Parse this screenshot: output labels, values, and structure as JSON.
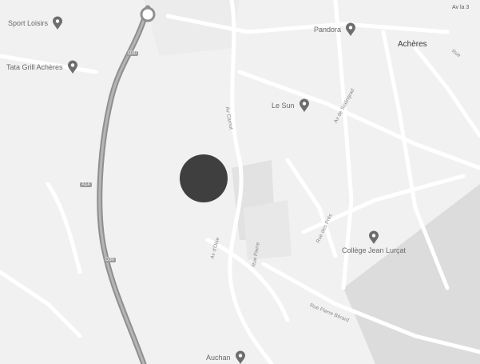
{
  "map": {
    "colors": {
      "background": "#f1f1f1",
      "road": "#ffffff",
      "highway": "#8f8f8f",
      "block": "#e4e4e4",
      "green": "#d9d9d9",
      "marker": "#3f3f3f",
      "pin": "#6d6d6d"
    },
    "place_labels": {
      "town": "Achères",
      "corner": "Av la 3"
    },
    "pois": [
      {
        "name": "Sport Loisirs",
        "icon": "map-pin-icon"
      },
      {
        "name": "Tata Grill Achères",
        "icon": "map-pin-icon"
      },
      {
        "name": "Pandora",
        "icon": "map-pin-icon"
      },
      {
        "name": "Le Sun",
        "icon": "map-pin-icon"
      },
      {
        "name": "Collège Jean Lurçat",
        "icon": "map-pin-icon"
      },
      {
        "name": "Auchan",
        "icon": "map-pin-icon"
      }
    ],
    "streets": [
      "Av Carnot",
      "Av d'Oise",
      "Rue Pierre",
      "Rue Pierre Bérard",
      "Rue des Prés",
      "Av de Stalingrad",
      "Rue"
    ],
    "road_shields": [
      "D30",
      "A14",
      "D30"
    ],
    "marker": {
      "shape": "filled-circle",
      "icon": "location-dot-icon"
    }
  }
}
